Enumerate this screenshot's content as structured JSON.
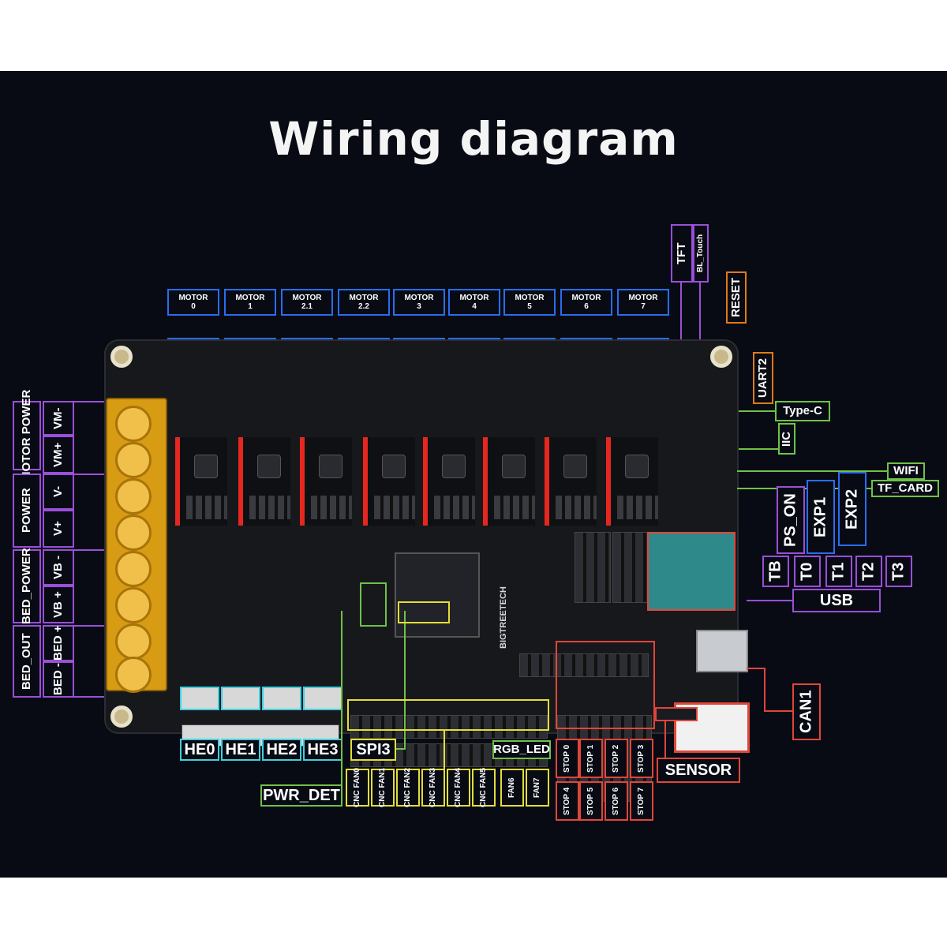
{
  "title": "Wiring diagram",
  "board_brand": "BIGTREETECH",
  "motors": [
    {
      "line1": "MOTOR",
      "line2": "0"
    },
    {
      "line1": "MOTOR",
      "line2": "1"
    },
    {
      "line1": "MOTOR",
      "line2": "2.1"
    },
    {
      "line1": "MOTOR",
      "line2": "2.2"
    },
    {
      "line1": "MOTOR",
      "line2": "3"
    },
    {
      "line1": "MOTOR",
      "line2": "4"
    },
    {
      "line1": "MOTOR",
      "line2": "5"
    },
    {
      "line1": "MOTOR",
      "line2": "6"
    },
    {
      "line1": "MOTOR",
      "line2": "7"
    }
  ],
  "top_right": {
    "tft": "TFT",
    "bl_touch": "BL_Touch",
    "reset": "RESET",
    "uart2": "UART2",
    "type_c": "Type-C",
    "iic": "IIC",
    "wifi": "WIFI",
    "tf_card": "TF_CARD",
    "ps_on": "PS_ON",
    "exp1": "EXP1",
    "exp2": "EXP2"
  },
  "thermistors": [
    "TB",
    "T0",
    "T1",
    "T2",
    "T3"
  ],
  "usb": "USB",
  "can1": "CAN1",
  "sensor": "SENSOR",
  "left_power": {
    "motor_power": "MOTOR POWER",
    "vm_minus": "VM-",
    "vm_plus": "VM+",
    "power": "POWER",
    "v_minus": "V-",
    "v_plus": "V+",
    "bed_power": "BED_POWER",
    "vb_minus": "VB -",
    "vb_plus": "VB +",
    "bed_out": "BED_OUT",
    "bed_plus": "BED +",
    "bed_minus": "BED -"
  },
  "heaters": [
    "HE0",
    "HE1",
    "HE2",
    "HE3"
  ],
  "spi3": "SPI3",
  "pwr_det": "PWR_DET",
  "rgb_led": "RGB_LED",
  "fans": [
    "CNC FAN0",
    "CNC FAN1",
    "CNC FAN2",
    "CNC FAN3",
    "CNC FAN4",
    "CNC FAN5",
    "FAN6",
    "FAN7"
  ],
  "stops_top": [
    "STOP 0",
    "STOP 1",
    "STOP 2",
    "STOP 3"
  ],
  "stops_bottom": [
    "STOP 4",
    "STOP 5",
    "STOP 6",
    "STOP 7"
  ]
}
